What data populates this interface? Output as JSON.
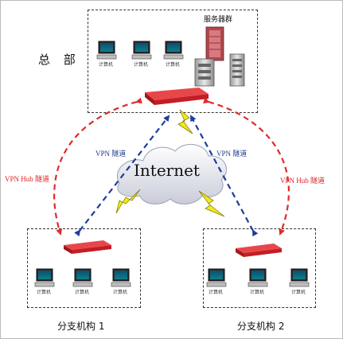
{
  "headquarters": {
    "title": "总 部",
    "server_group_label": "服务器群",
    "pc_labels": [
      "计算机",
      "计算机",
      "计算机"
    ]
  },
  "internet_label": "Internet",
  "vpn_tunnels": {
    "blue_left": "VPN 隧道",
    "blue_right": "VPN 隧道",
    "red_left": "VPN Hub 隧道",
    "red_right": "VPN Hub 隧道"
  },
  "branch1": {
    "title": "分支机构 1",
    "pc_labels": [
      "计算机",
      "计算机",
      "计算机"
    ]
  },
  "branch2": {
    "title": "分支机构 2",
    "pc_labels": [
      "计算机",
      "计算机",
      "计算机"
    ]
  },
  "colors": {
    "router_red": "#d4262b",
    "hub_tunnel_red": "#e02a2a",
    "vpn_tunnel_blue": "#1e3e9e",
    "lightning_yellow": "#f2ea1c"
  }
}
